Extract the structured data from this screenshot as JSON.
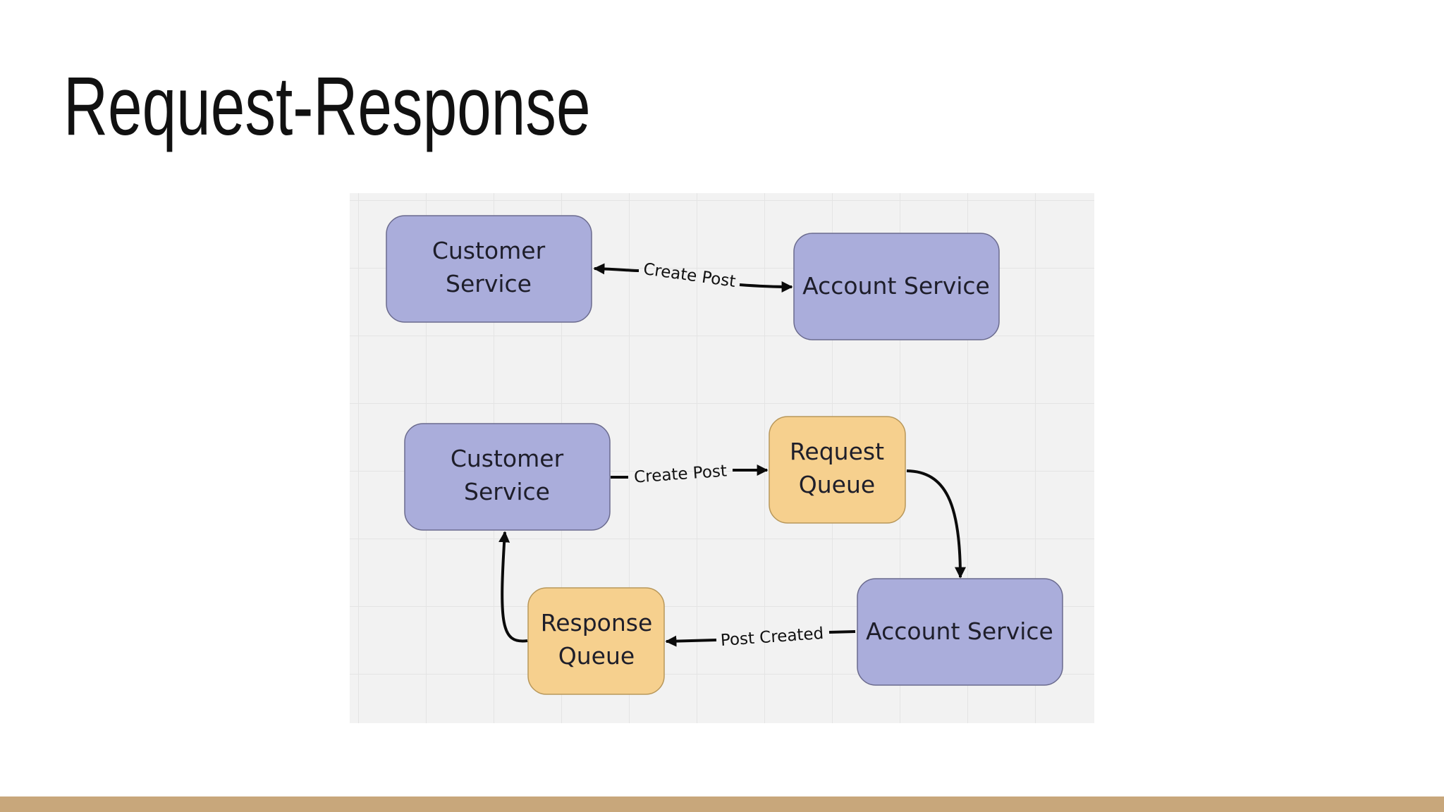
{
  "slide": {
    "title": "Request-Response"
  },
  "colors": {
    "service_fill": "#aaaddb",
    "queue_fill": "#f6d08e",
    "canvas_background": "#f2f2f2",
    "bottom_bar": "#c8a77b"
  },
  "diagram": {
    "top": {
      "customer_service": {
        "line1": "Customer",
        "line2": "Service"
      },
      "account_service": {
        "label": "Account Service"
      },
      "edge_label": "Create Post"
    },
    "bottom": {
      "customer_service": {
        "line1": "Customer",
        "line2": "Service"
      },
      "request_queue": {
        "line1": "Request",
        "line2": "Queue"
      },
      "account_service": {
        "label": "Account Service"
      },
      "response_queue": {
        "line1": "Response",
        "line2": "Queue"
      },
      "edge_create_post": "Create Post",
      "edge_post_created": "Post Created"
    }
  }
}
